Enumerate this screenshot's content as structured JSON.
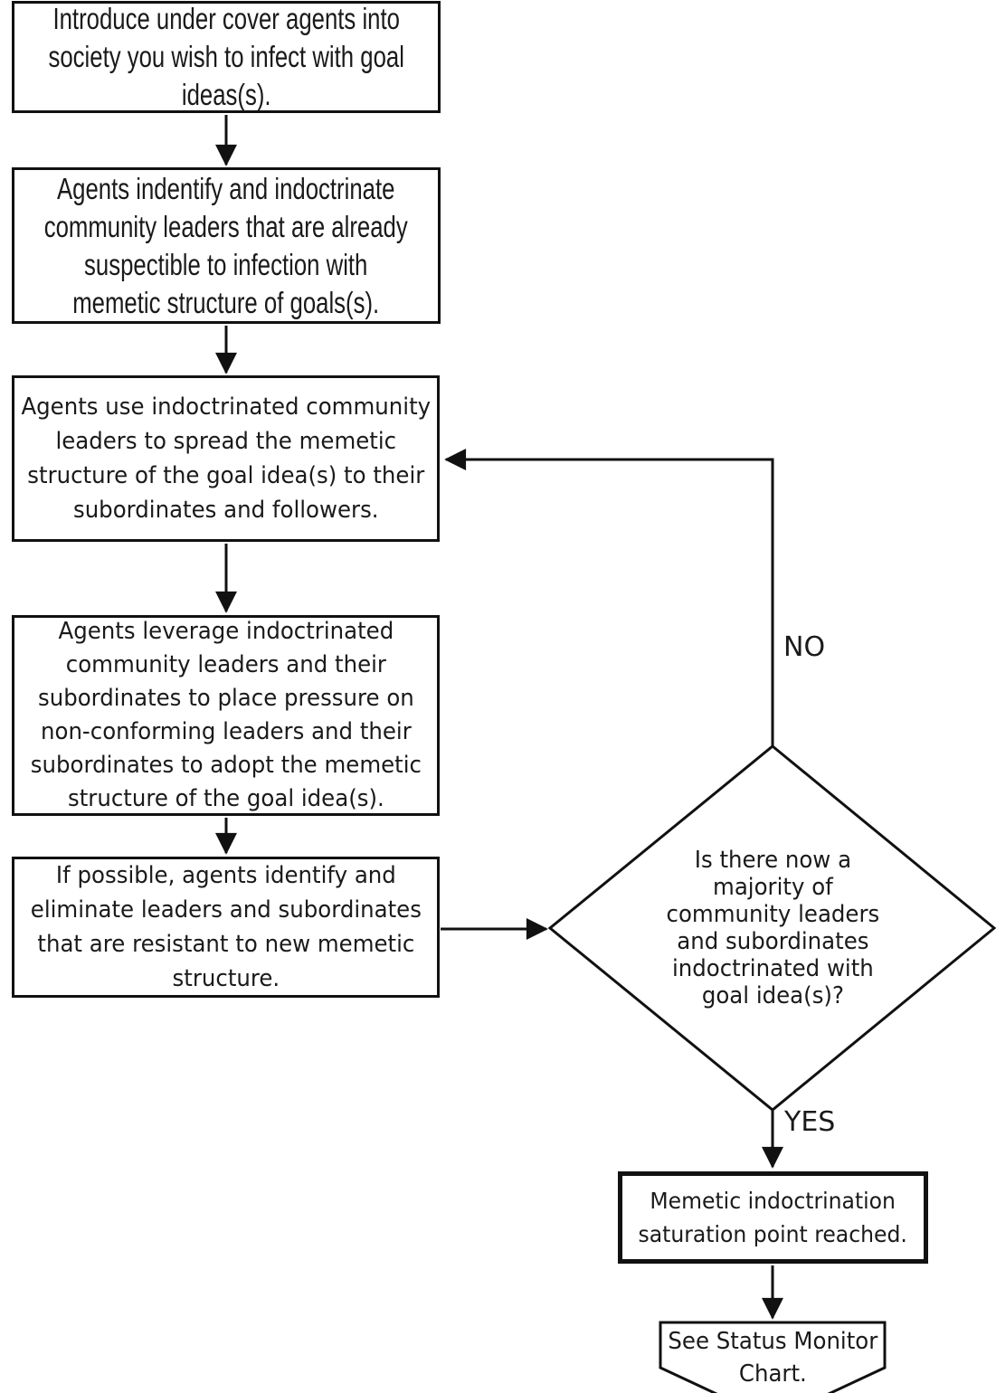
{
  "flowchart": {
    "colors": {
      "stroke": "#111111",
      "node_fill": "#ffffff",
      "background": "#ffffff"
    },
    "nodes": [
      {
        "id": "introduce-agents",
        "type": "process",
        "text": "Introduce under cover agents into\nsociety you wish to infect with goal\nideas(s)."
      },
      {
        "id": "identify-indoctrinate-leaders",
        "type": "process",
        "text": "Agents indentify and indoctrinate\ncommunity leaders that are already\nsuspectible to infection with\nmemetic structure of goals(s)."
      },
      {
        "id": "spread-memetic-structure",
        "type": "process",
        "text": "Agents use indoctrinated community\nleaders to spread the memetic\nstructure of the goal idea(s) to their\nsubordinates and followers."
      },
      {
        "id": "pressure-nonconforming",
        "type": "process",
        "text": "Agents leverage indoctrinated\ncommunity leaders and their\nsubordinates to place pressure on\nnon-conforming leaders and their\nsubordinates to adopt the memetic\nstructure of the goal idea(s)."
      },
      {
        "id": "eliminate-resistant",
        "type": "process",
        "text": "If possible, agents identify and\neliminate leaders and subordinates\nthat are resistant to new memetic\nstructure."
      },
      {
        "id": "majority-indoctrinated-decision",
        "type": "decision",
        "text": "Is there now a\nmajority of\ncommunity leaders\nand subordinates\nindoctrinated with\ngoal idea(s)?"
      },
      {
        "id": "saturation-point-reached",
        "type": "process-emphasized",
        "text": "Memetic indoctrination\nsaturation point reached."
      },
      {
        "id": "see-status-monitor",
        "type": "off-page-connector",
        "text": "See Status Monitor\nChart."
      }
    ],
    "edge_labels": {
      "no": "NO",
      "yes": "YES"
    }
  }
}
